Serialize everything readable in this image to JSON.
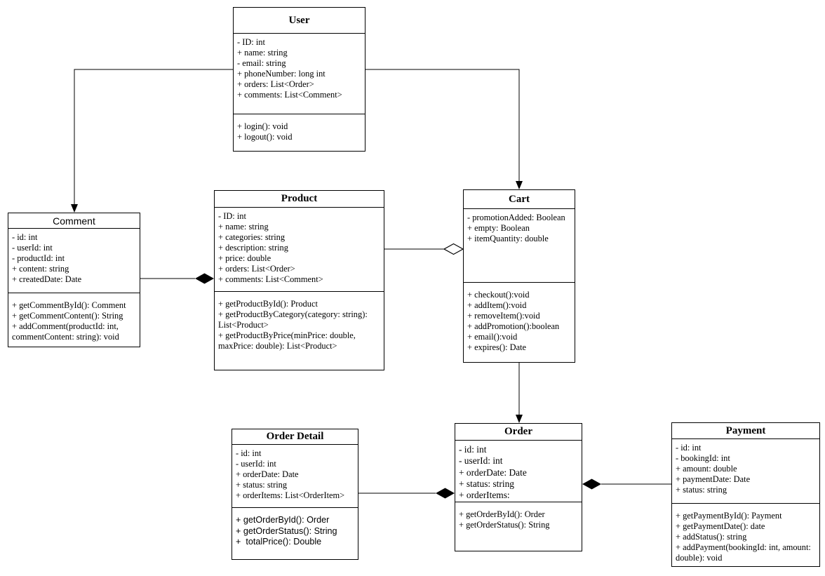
{
  "canvas": {
    "background": "#ffffff",
    "stroke": "#000000",
    "diagram_type": "UML class diagram"
  },
  "classes": {
    "user": {
      "name": "User",
      "attributes": [
        "- ID: int",
        "+ name: string",
        "- email: string",
        "+ phoneNumber: long int",
        "+ orders: List<Order>",
        "+ comments: List<Comment>"
      ],
      "methods": [
        "+ login(): void",
        "+ logout(): void"
      ]
    },
    "comment": {
      "name": "Comment",
      "attributes": [
        "- id: int",
        "- userId: int",
        "- productId: int",
        "+ content: string",
        "+ createdDate: Date"
      ],
      "methods": [
        "+ getCommentById(): Comment",
        "+ getCommentContent(): String",
        "+ addComment(productId: int, commentContent: string): void"
      ]
    },
    "product": {
      "name": "Product",
      "attributes": [
        "- ID: int",
        "+ name: string",
        "+ categories: string",
        "+ description: string",
        "+ price: double",
        "+ orders: List<Order>",
        "+ comments: List<Comment>"
      ],
      "methods": [
        "+ getProductById(): Product",
        "+ getProductByCategory(category: string): List<Product>",
        "+ getProductByPrice(minPrice: double, maxPrice: double): List<Product>"
      ]
    },
    "cart": {
      "name": "Cart",
      "attributes": [
        "- promotionAdded: Boolean",
        "+ empty: Boolean",
        "+ itemQuantity: double"
      ],
      "methods": [
        "+ checkout():void",
        "+ addItem():void",
        "+ removeItem():void",
        "+ addPromotion():boolean",
        "+ email():void",
        "+ expires(): Date"
      ]
    },
    "order_detail": {
      "name": "Order Detail",
      "attributes": [
        "- id: int",
        "- userId: int",
        "+ orderDate: Date",
        "+ status: string",
        "+ orderItems: List<OrderItem>"
      ],
      "methods": [
        "+ getOrderById(): Order",
        "+ getOrderStatus(): String",
        "+  totalPrice(): Double"
      ]
    },
    "order": {
      "name": "Order",
      "attributes": [
        "- id: int",
        "- userId: int",
        "+ orderDate: Date",
        "+ status: string",
        "+ orderItems:"
      ],
      "methods": [
        "+ getOrderById(): Order",
        "+ getOrderStatus(): String"
      ]
    },
    "payment": {
      "name": "Payment",
      "attributes": [
        "- id: int",
        "- bookingId: int",
        "+ amount: double",
        "+ paymentDate: Date",
        "+ status: string"
      ],
      "methods": [
        "+ getPaymentById(): Payment",
        "+ getPaymentDate(): date",
        "+ addStatus(): string",
        "+ addPayment(bookingId: int, amount: double): void"
      ]
    }
  },
  "relationships": [
    {
      "from": "User",
      "to": "Comment",
      "type": "directed-association",
      "marker": "filled-arrow at Comment"
    },
    {
      "from": "User",
      "to": "Cart",
      "type": "directed-association",
      "marker": "filled-arrow at Cart"
    },
    {
      "from": "Comment",
      "to": "Product",
      "type": "composition",
      "marker": "filled-diamond at Product"
    },
    {
      "from": "Product",
      "to": "Cart",
      "type": "aggregation",
      "marker": "open-diamond at Cart"
    },
    {
      "from": "Cart",
      "to": "Order",
      "type": "directed-association",
      "marker": "filled-arrow at Order"
    },
    {
      "from": "Order Detail",
      "to": "Order",
      "type": "composition",
      "marker": "filled-diamond at Order"
    },
    {
      "from": "Order",
      "to": "Payment",
      "type": "composition",
      "marker": "filled-diamond at Order"
    }
  ]
}
